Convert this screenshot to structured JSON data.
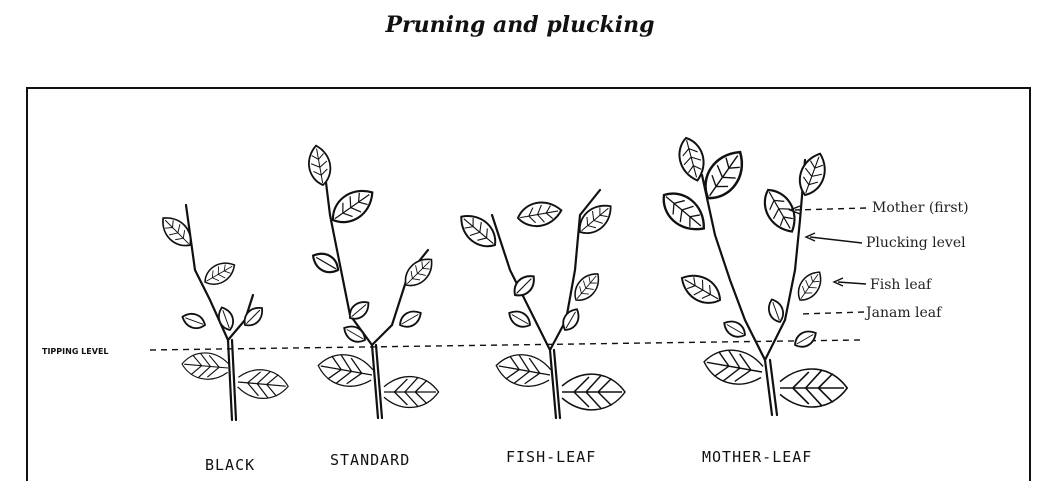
{
  "title": "Pruning and plucking",
  "tipping_level_label": "TIPPING LEVEL",
  "plant_labels": [
    "BLACK",
    "STANDARD",
    "FISH-LEAF",
    "MOTHER-LEAF"
  ],
  "annotations": [
    "Mother (first)",
    "Plucking level",
    "Fish leaf",
    "Janam leaf"
  ]
}
